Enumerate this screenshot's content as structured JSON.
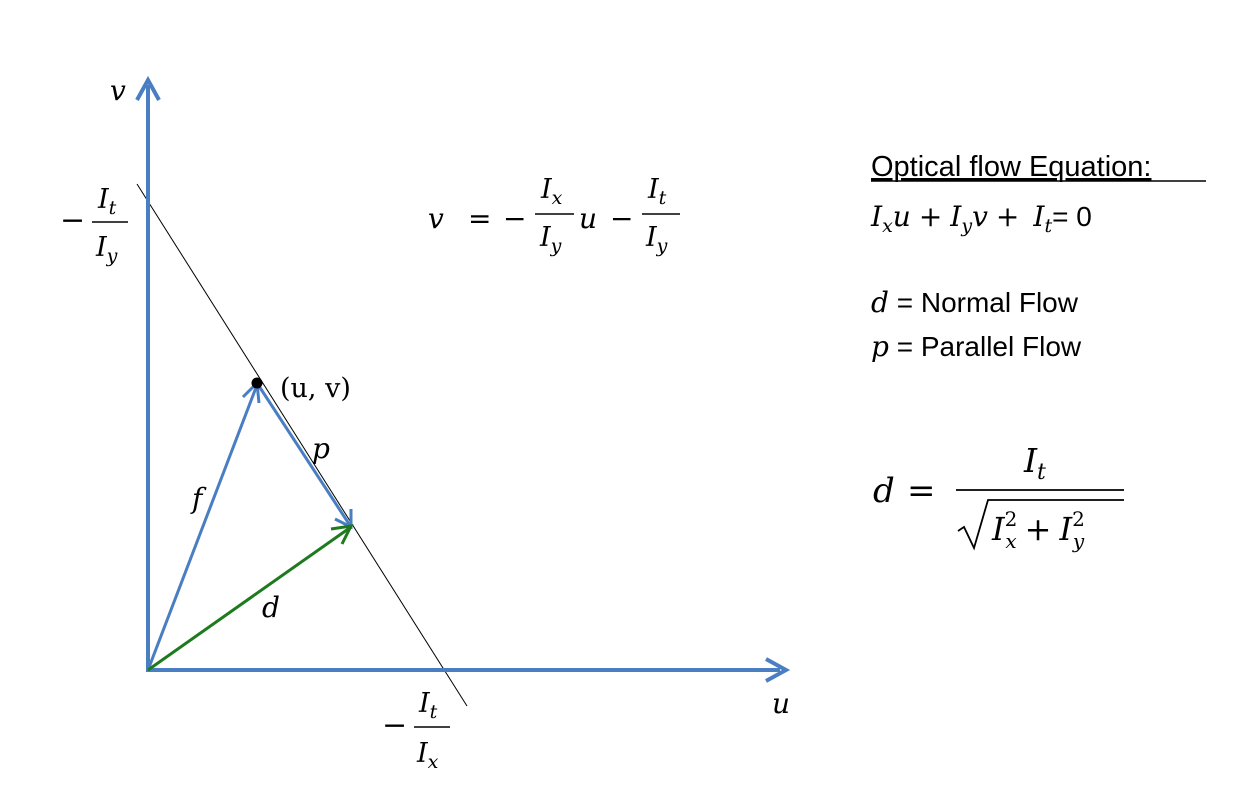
{
  "axes": {
    "horizontal_label": "u",
    "vertical_label": "v"
  },
  "intercepts": {
    "v_axis": {
      "sign": "−",
      "numerator": "I",
      "numerator_sub": "t",
      "denominator": "I",
      "denominator_sub": "y"
    },
    "u_axis": {
      "sign": "−",
      "numerator": "I",
      "numerator_sub": "t",
      "denominator": "I",
      "denominator_sub": "x"
    }
  },
  "line_equation": {
    "lhs": "v",
    "eq": "=",
    "sign1": "−",
    "frac1_num": "I",
    "frac1_num_sub": "x",
    "frac1_den": "I",
    "frac1_den_sub": "y",
    "var": "u",
    "sign2": "−",
    "frac2_num": "I",
    "frac2_num_sub": "t",
    "frac2_den": "I",
    "frac2_den_sub": "y"
  },
  "point_label": "(u, v)",
  "vectors": {
    "f": {
      "label": "f",
      "color": "#4A7EC2"
    },
    "p": {
      "label": "p",
      "color": "#4A7EC2"
    },
    "d": {
      "label": "d",
      "color": "#1E7A1E"
    }
  },
  "optical_flow": {
    "title": "Optical flow Equation:",
    "eq_Ix": "I",
    "eq_Ix_sub": "x",
    "eq_u": "u",
    "eq_plus1": "+",
    "eq_Iy": "I",
    "eq_Iy_sub": "y",
    "eq_v": "v",
    "eq_plus2": "+",
    "eq_It": "I",
    "eq_It_sub": "t",
    "eq_tail": "= 0"
  },
  "legend": [
    {
      "symbol": "d",
      "text": " = Normal Flow"
    },
    {
      "symbol": "p",
      "text": " = Parallel Flow"
    }
  ],
  "normal_flow_formula": {
    "lhs": "d",
    "eq": "=",
    "num": "I",
    "num_sub": "t",
    "den_a": "I",
    "den_a_sub": "x",
    "den_a_sup": "2",
    "den_plus": "+",
    "den_b": "I",
    "den_b_sub": "y",
    "den_b_sup": "2"
  },
  "colors": {
    "axis": "#4A7EC2",
    "normal": "#1E7A1E",
    "line": "#000000"
  }
}
